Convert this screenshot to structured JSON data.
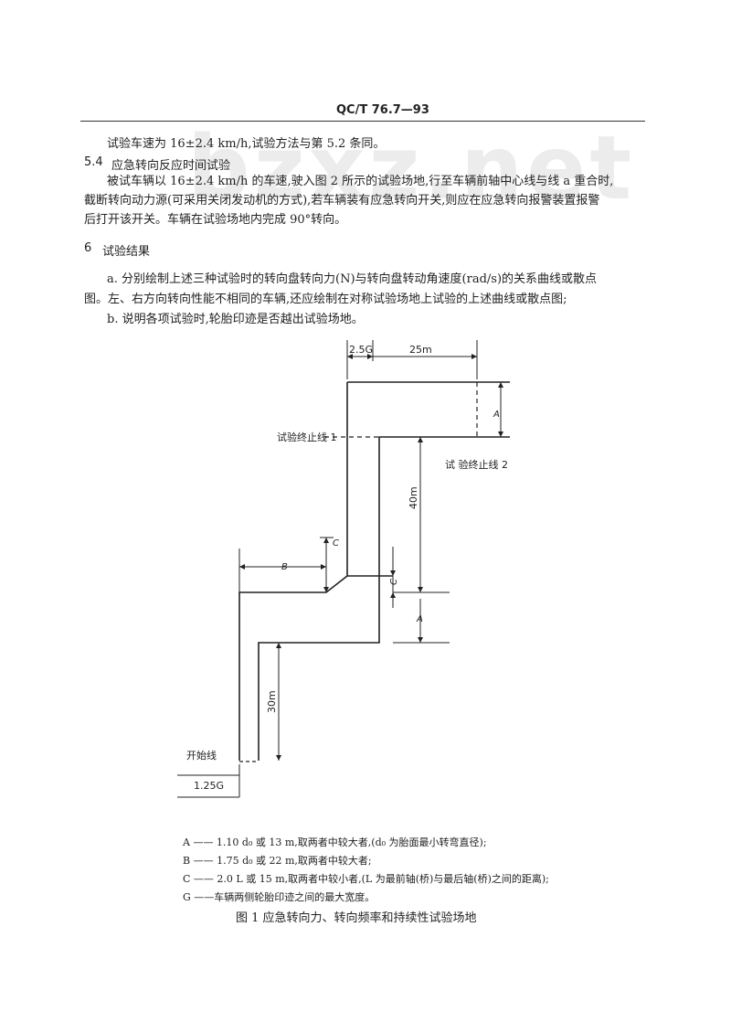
{
  "header": {
    "code": "QC/T 76.7—93"
  },
  "watermark": "bzxz.net",
  "body": {
    "line1": "试验车速为 16±2.4 km/h,试验方法与第 5.2 条同。",
    "section54_num": "5.4",
    "section54_title": "应急转向反应时间试验",
    "para54_l1": "被试车辆以 16±2.4 km/h 的车速,驶入图 2 所示的试验场地,行至车辆前轴中心线与线 a 重合时,",
    "para54_l2": "截断转向动力源(可采用关闭发动机的方式),若车辆装有应急转向开关,则应在应急转向报警装置报警",
    "para54_l3": "后打开该开关。车辆在试验场地内完成 90°转向。",
    "section6_num": "6",
    "section6_title": "试验结果",
    "item_a_l1": "a.   分别绘制上述三种试验时的转向盘转向力(N)与转向盘转动角速度(rad/s)的关系曲线或散点",
    "item_a_l2": "图。左、右方向转向性能不相同的车辆,还应绘制在对称试验场地上试验的上述曲线或散点图;",
    "item_b": "b.   说明各项试验时,轮胎印迹是否越出试验场地。"
  },
  "diagram": {
    "dim_top_small": "2.5G",
    "dim_top_large": "25m",
    "label_A_right": "A",
    "stop_line_1": "试验终止线 1",
    "stop_line_2": "试 验终止线 2",
    "dim_40m": "40m",
    "label_C_left": "C",
    "label_B": "B",
    "label_C_right": "C",
    "label_A_mid": "A",
    "dim_30m": "30m",
    "start_line": "开始线",
    "dim_bottom": "1.25G"
  },
  "legend": {
    "A": "A —— 1.10 d₀ 或 13 m,取两者中较大者,(d₀ 为胎面最小转弯直径);",
    "B": "B —— 1.75 d₀ 或 22 m,取两者中较大者;",
    "C": "C —— 2.0 L 或 15 m,取两者中较小者,(L 为最前轴(桥)与最后轴(桥)之间的距离);",
    "G": "G ——车辆两侧轮胎印迹之间的最大宽度。"
  },
  "caption": "图 1   应急转向力、转向频率和持续性试验场地"
}
